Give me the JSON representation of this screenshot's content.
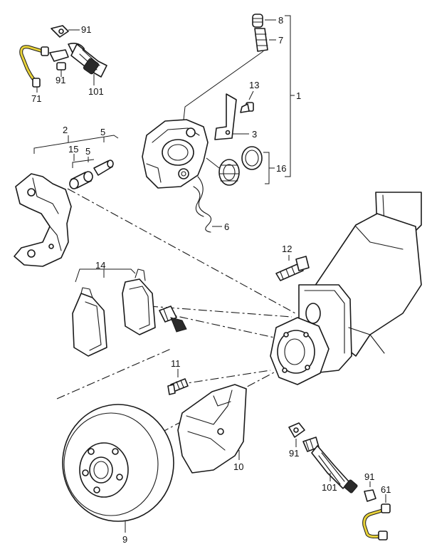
{
  "callouts": {
    "c1": "1",
    "c2": "2",
    "c3": "3",
    "c5": "5",
    "c6": "6",
    "c7": "7",
    "c8": "8",
    "c9": "9",
    "c10": "10",
    "c11": "11",
    "c12": "12",
    "c13": "13",
    "c14": "14",
    "c15": "15",
    "c16": "16",
    "c5b": "5",
    "c91a": "91",
    "c91b": "91",
    "c101a": "101",
    "c71": "71",
    "c91c": "91",
    "c101b": "101",
    "c91d": "91",
    "c61": "61"
  },
  "colors": {
    "highlight": "#e8d23a",
    "line": "#1a1a1a",
    "background": "#ffffff"
  }
}
